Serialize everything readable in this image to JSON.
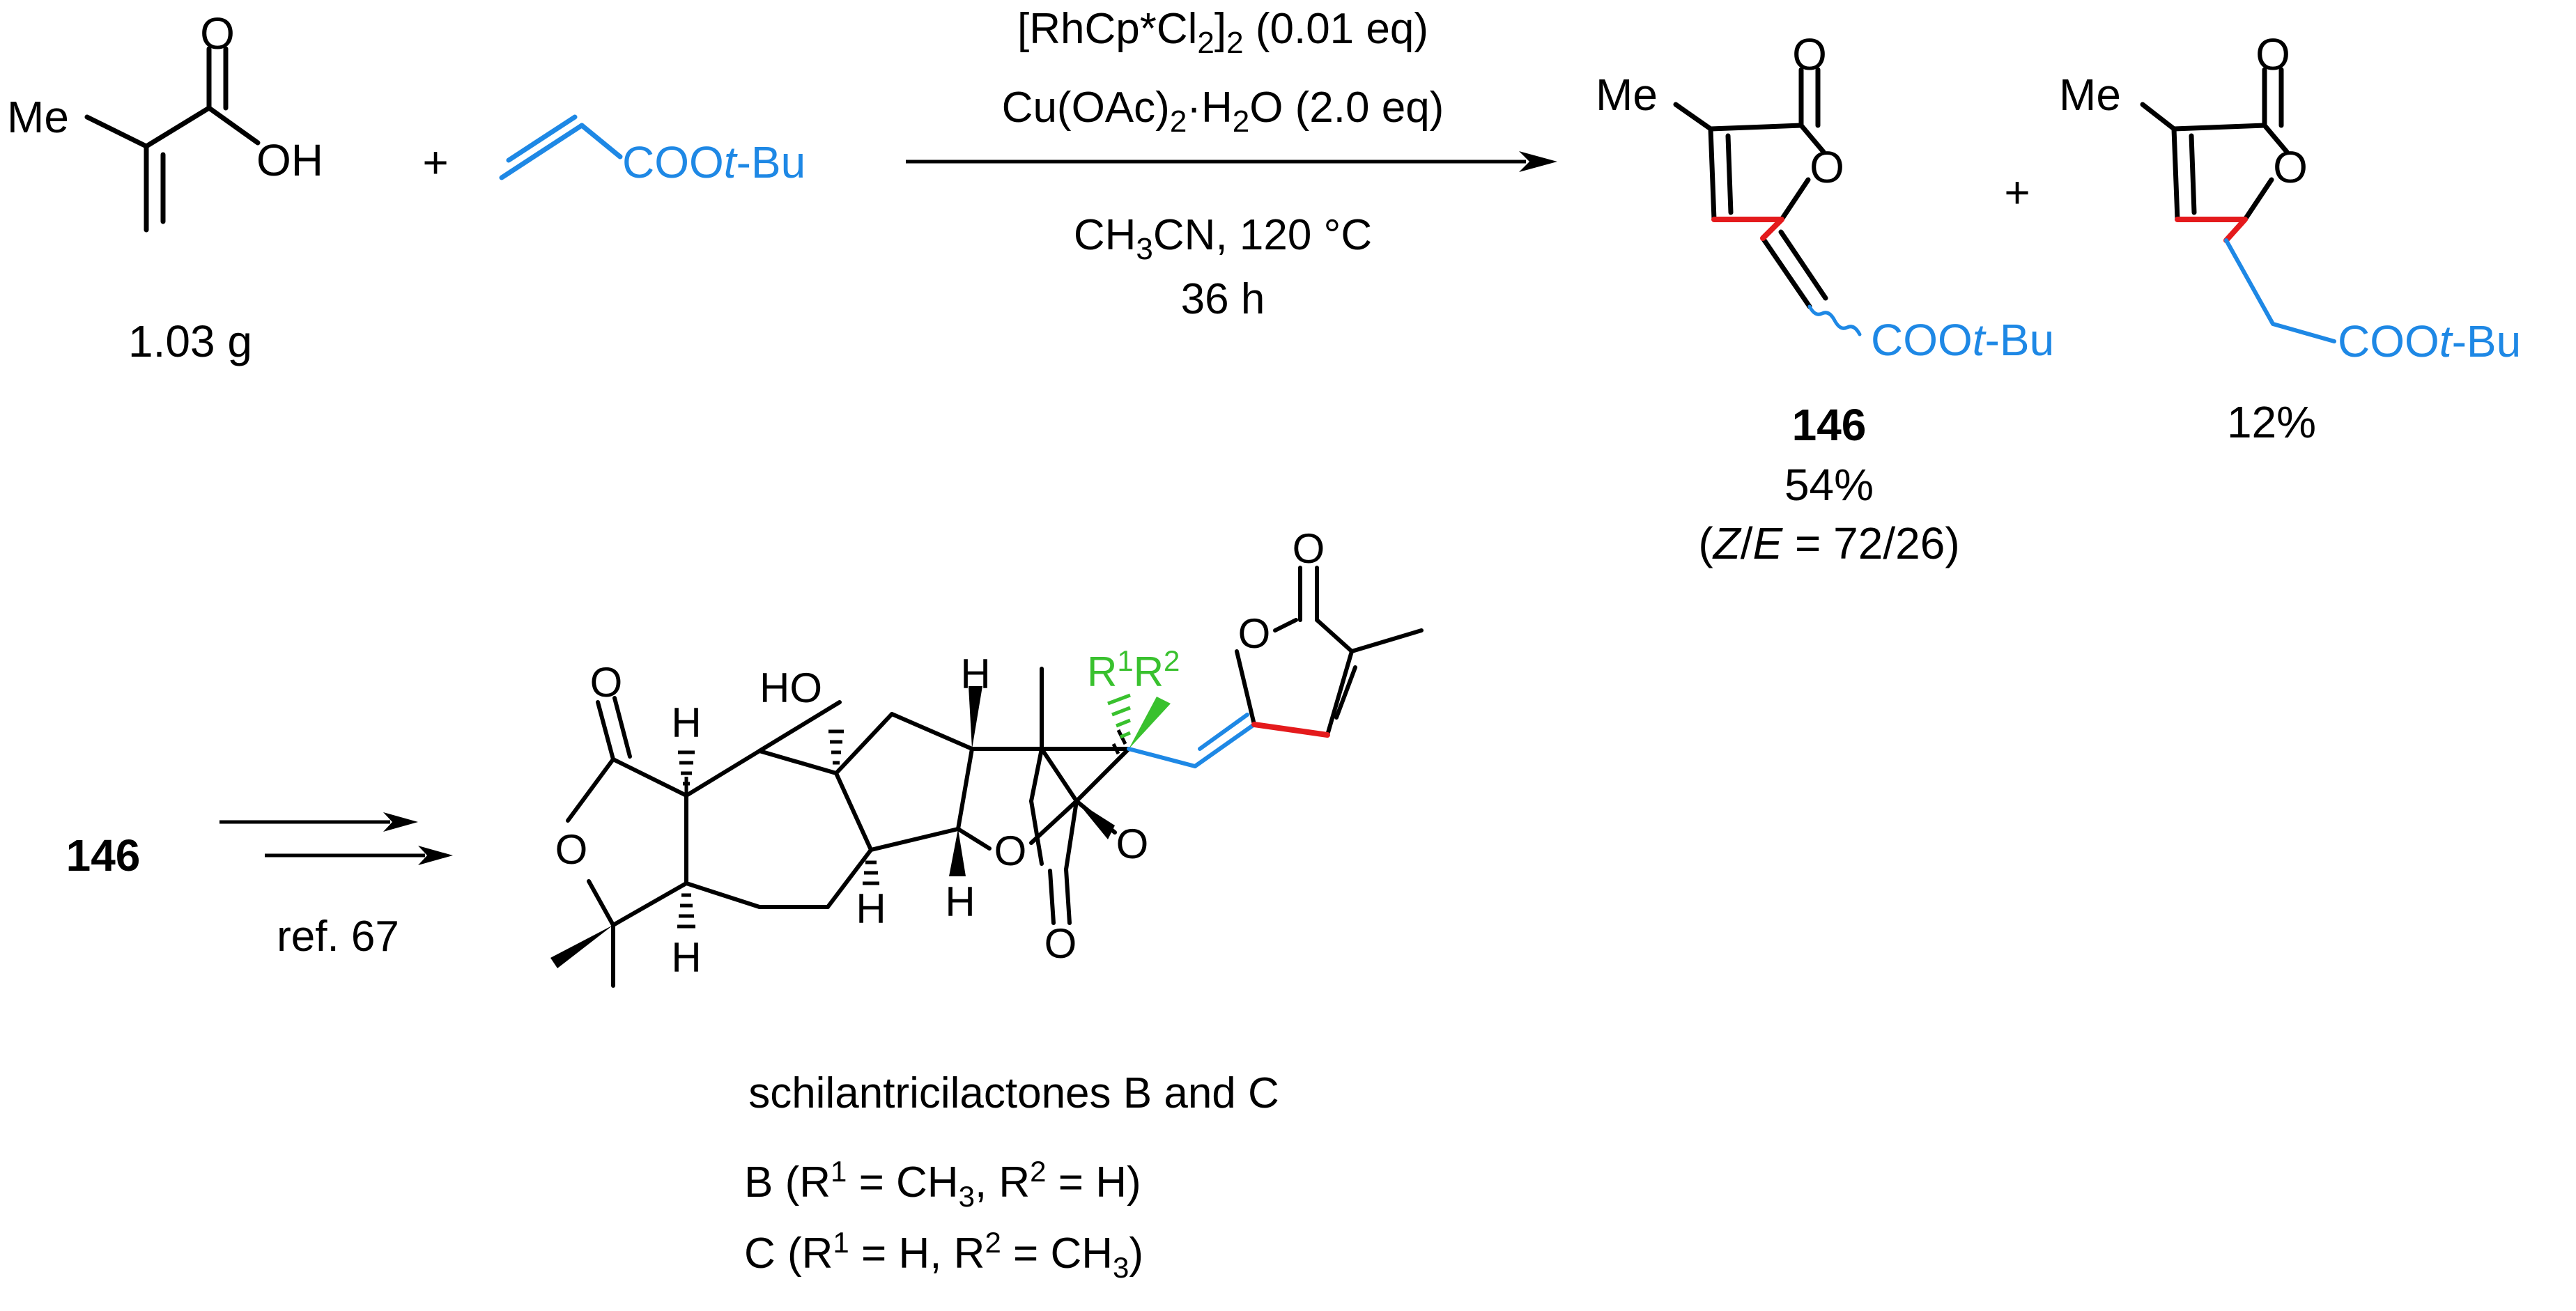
{
  "colors": {
    "ink": "#000000",
    "acrylate": "#1e88e5",
    "new_bond": "#e41a1c",
    "substituent": "#39c12e"
  },
  "reaction": {
    "reactant1": {
      "me": "Me",
      "o": "O",
      "oh": "OH",
      "amount": "1.03 g"
    },
    "plus1": "+",
    "reactant2": {
      "ester_prefix": "COO",
      "ester_italic": "t",
      "ester_suffix": "-Bu"
    },
    "conditions": {
      "catalyst_a": "[RhCp*Cl",
      "catalyst_sub1": "2",
      "catalyst_b": "]",
      "catalyst_sub2": "2",
      "catalyst_c": " (0.01 eq)",
      "oxidant_a": "Cu(OAc)",
      "oxidant_sub1": "2",
      "oxidant_b": "·H",
      "oxidant_sub2": "2",
      "oxidant_c": "O (2.0 eq)",
      "solvent_a": "CH",
      "solvent_sub": "3",
      "solvent_b": "CN, 120 °C",
      "time": "36 h"
    },
    "product1": {
      "me": "Me",
      "o_carbonyl": "O",
      "o_ring": "O",
      "ester_prefix": "COO",
      "ester_italic": "t",
      "ester_suffix": "-Bu",
      "label": "146",
      "yield": "54%",
      "ratio_open": "(",
      "ratio_z": "Z",
      "ratio_slash": "/",
      "ratio_e": "E",
      "ratio_rest": " = 72/26)"
    },
    "plus2": "+",
    "product2": {
      "me": "Me",
      "o_carbonyl": "O",
      "o_ring": "O",
      "ester_prefix": "COO",
      "ester_italic": "t",
      "ester_suffix": "-Bu",
      "yield": "12%"
    }
  },
  "synthesis": {
    "start_label": "146",
    "ref": "ref. 67",
    "target": {
      "ho": "HO",
      "h": "H",
      "o": "O",
      "r1": "R",
      "r1_sup": "1",
      "r2": "R",
      "r2_sup": "2",
      "name": "schilantricilactones B and C",
      "b_a": "B (R",
      "b_sup1": "1",
      "b_b": " = CH",
      "b_sub": "3",
      "b_c": ", R",
      "b_sup2": "2",
      "b_d": " = H)",
      "c_a": "C (R",
      "c_sup1": "1",
      "c_b": " = H, R",
      "c_sup2": "2",
      "c_c": " = CH",
      "c_sub": "3",
      "c_d": ")"
    }
  }
}
